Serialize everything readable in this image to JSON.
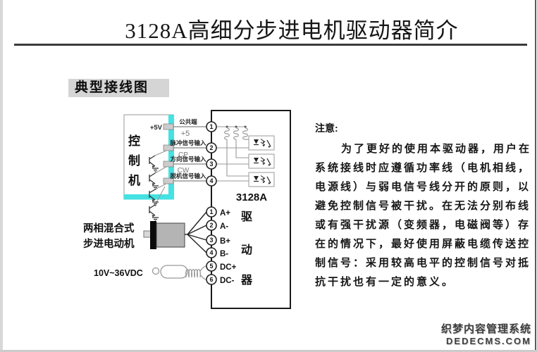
{
  "page": {
    "title": "3128A高细分步进电机驱动器简介",
    "section_label": "典型接线图"
  },
  "diagram": {
    "controller": {
      "chars": [
        "控",
        "制",
        "机"
      ]
    },
    "supply_5v": "+5V",
    "signal_wires": [
      {
        "num": "1",
        "label": "公共端",
        "sub": "+5"
      },
      {
        "num": "2",
        "label": "脉冲信号输入",
        "sub": "CP"
      },
      {
        "num": "3",
        "label": "方向信号输入",
        "sub": "CW"
      },
      {
        "num": "4",
        "label": "脱机信号输入",
        "sub": ""
      }
    ],
    "driver": {
      "model": "3128A",
      "chars": [
        "驱",
        "动",
        "器"
      ]
    },
    "motor_terminals": [
      {
        "num": "1",
        "label": "A+"
      },
      {
        "num": "2",
        "label": "A-"
      },
      {
        "num": "3",
        "label": "B+"
      },
      {
        "num": "4",
        "label": "B-"
      },
      {
        "num": "5",
        "label": "DC+"
      },
      {
        "num": "6",
        "label": "DC-"
      }
    ],
    "motor_label_line1": "两相混合式",
    "motor_label_line2": "步进电动机",
    "power_label": "10V~36VDC"
  },
  "note": {
    "heading": "注意:",
    "lines": [
      "为了更好的使用本驱动器，用户在",
      "系统接线时应遵循功率线（电机相线，",
      "电源线）与弱电信号线分开的原则，以",
      "避免控制信号被干扰。在无法分别布线",
      "或有强干扰源（变频器，电磁阀等）存",
      "在的情况下，最好使用屏蔽电缆传送控",
      "制信号：采用较高电平的控制信号对抵",
      "抗干扰也有一定的意义。"
    ]
  },
  "watermark": {
    "line1": "织梦内容管理系统",
    "line2": "DEDECMS.COM"
  },
  "colors": {
    "accent_cyan": "#44e2e2",
    "wire_gray": "#999999",
    "line_dark": "#222222"
  }
}
